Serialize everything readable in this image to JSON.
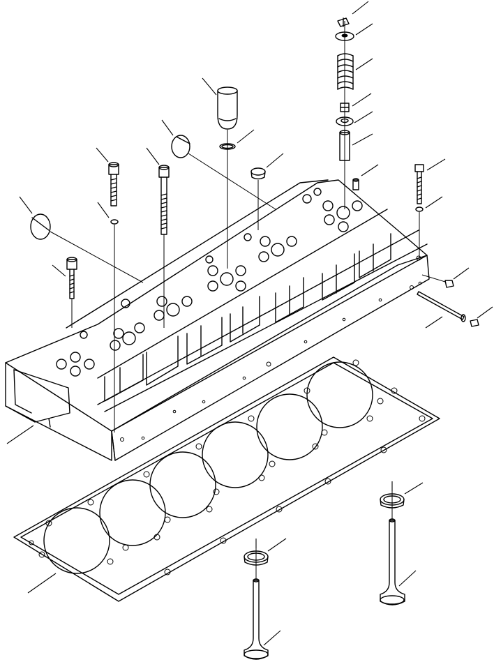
{
  "diagram": {
    "parts": [
      {
        "id": "valve-keeper",
        "icon": "keeper-icon"
      },
      {
        "id": "spring-retainer",
        "icon": "retainer-icon"
      },
      {
        "id": "valve-spring",
        "icon": "spring-icon"
      },
      {
        "id": "valve-stem-seal",
        "icon": "seal-icon"
      },
      {
        "id": "spring-seat",
        "icon": "seat-icon"
      },
      {
        "id": "valve-guide",
        "icon": "guide-icon"
      },
      {
        "id": "dowel-pin",
        "icon": "pin-icon"
      },
      {
        "id": "short-capscrew-right",
        "icon": "bolt-icon"
      },
      {
        "id": "washer-right",
        "icon": "washer-icon"
      },
      {
        "id": "injector-sleeve",
        "icon": "sleeve-icon"
      },
      {
        "id": "o-ring",
        "icon": "oring-icon"
      },
      {
        "id": "expansion-plug-top",
        "icon": "plug-icon"
      },
      {
        "id": "cup-plug",
        "icon": "cup-icon"
      },
      {
        "id": "long-capscrew-1",
        "icon": "bolt-icon"
      },
      {
        "id": "long-capscrew-2",
        "icon": "bolt-icon"
      },
      {
        "id": "washer-left",
        "icon": "washer-icon"
      },
      {
        "id": "expansion-plug-left",
        "icon": "plug-icon"
      },
      {
        "id": "short-capscrew-left",
        "icon": "bolt-icon"
      },
      {
        "id": "pipe-plug",
        "icon": "plug-icon"
      },
      {
        "id": "tube-assembly",
        "icon": "tube-icon"
      },
      {
        "id": "pipe-plug-2",
        "icon": "plug-icon"
      },
      {
        "id": "cylinder-head",
        "icon": "head-icon"
      },
      {
        "id": "head-gasket",
        "icon": "gasket-icon"
      },
      {
        "id": "valve-seat-insert-1",
        "icon": "insert-icon"
      },
      {
        "id": "valve-seat-insert-2",
        "icon": "insert-icon"
      },
      {
        "id": "exhaust-valve",
        "icon": "valve-icon"
      },
      {
        "id": "intake-valve",
        "icon": "valve-icon"
      }
    ]
  }
}
